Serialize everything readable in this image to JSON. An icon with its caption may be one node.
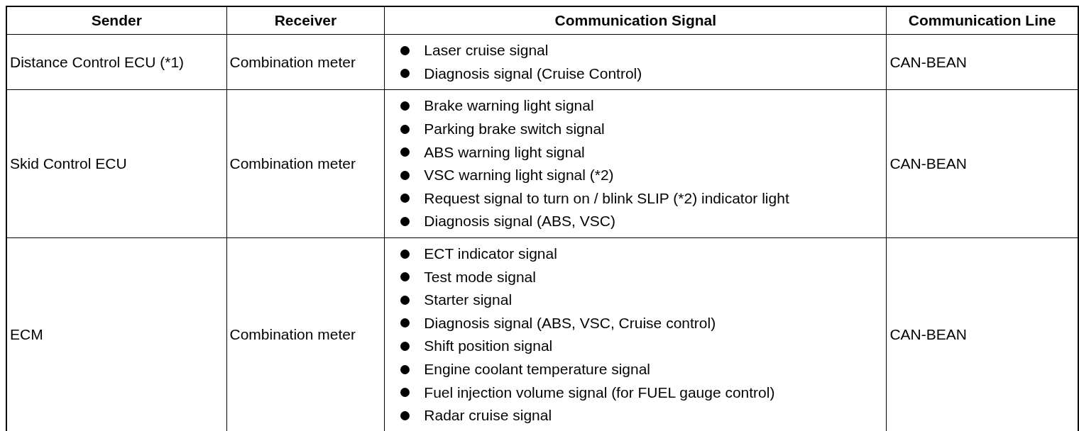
{
  "diagram": {
    "labels": [
      "Sender",
      "Receiver",
      "Communication Signal",
      "Communication Line",
      "Distance Control ECU (*1)",
      "Combination meter",
      "Laser cruise signal",
      "Diagnosis signal (Cruise Control)",
      "CAN-BEAN",
      "Skid Control ECU",
      "Combination meter",
      "Brake warning light signal",
      "Parking brake switch signal",
      "ABS warning light signal",
      "VSC warning light signal (*2)",
      "Request signal to turn on / blink SLIP (*2) indicator light",
      "Diagnosis signal (ABS, VSC)",
      "CAN-BEAN",
      "ECM",
      "Combination meter",
      "ECT indicator signal",
      "Test mode signal",
      "Starter signal",
      "Diagnosis signal (ABS, VSC, Cruise control)",
      "Shift position signal",
      "Engine coolant temperature signal",
      "Fuel injection volume signal (for FUEL gauge control)",
      "Radar cruise signal",
      "CAN-BEAN"
    ]
  }
}
